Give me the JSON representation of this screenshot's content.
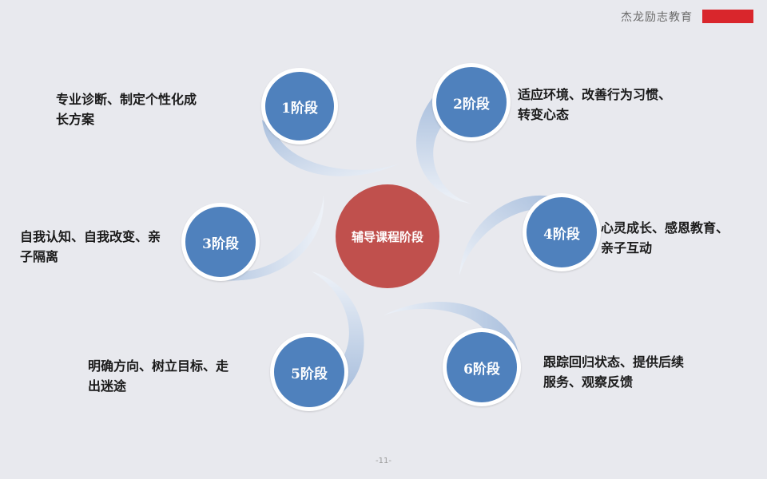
{
  "header": {
    "brand": "杰龙励志教育",
    "brand_bar_color": "#d9262c"
  },
  "center": {
    "label": "辅导课程阶段",
    "color": "#c0504d"
  },
  "stages": [
    {
      "label": "1阶段",
      "description_line1": "专业诊断、制定个性化成",
      "description_line2": "长方案"
    },
    {
      "label": "2阶段",
      "description_line1": "适应环境、改善行为习惯、",
      "description_line2": "转变心态"
    },
    {
      "label": "3阶段",
      "description_line1": "自我认知、自我改变、亲",
      "description_line2": "子隔离"
    },
    {
      "label": "4阶段",
      "description_line1": "心灵成长、感恩教育、",
      "description_line2": "亲子互动"
    },
    {
      "label": "5阶段",
      "description_line1": "明确方向、树立目标、走",
      "description_line2": "出迷途"
    },
    {
      "label": "6阶段",
      "description_line1": "跟踪回归状态、提供后续",
      "description_line2": "服务、观察反馈"
    }
  ],
  "colors": {
    "stage_circle": "#4f81bd",
    "background": "#e8e9ee"
  },
  "footer": {
    "page_number": "-11-"
  }
}
